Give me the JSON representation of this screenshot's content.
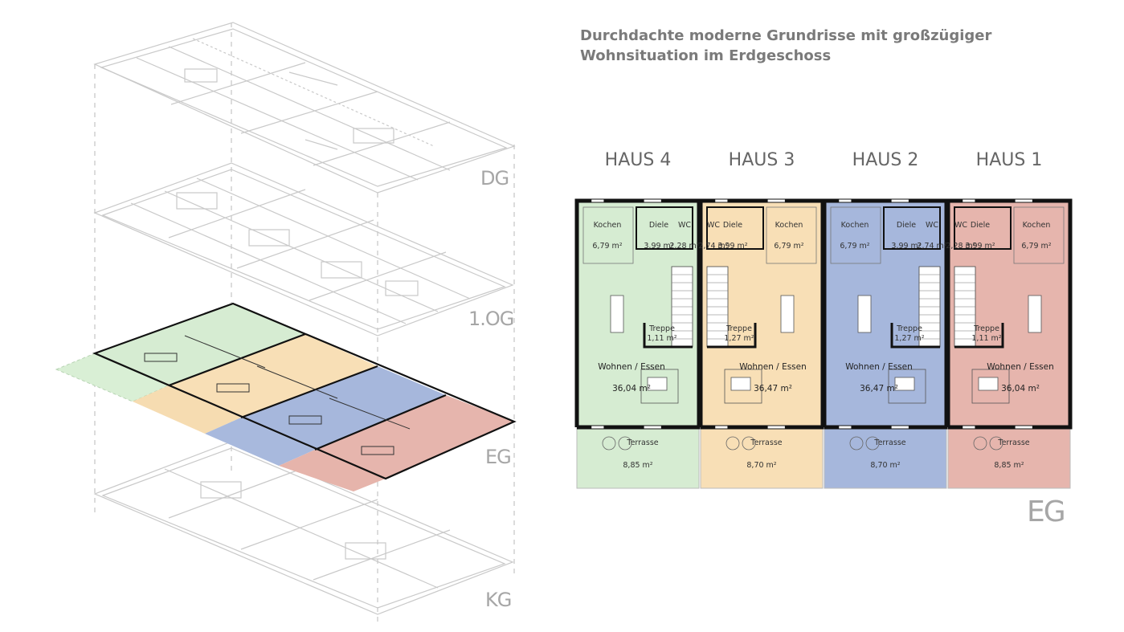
{
  "heading": {
    "line1": "Durchdachte moderne Grundrisse mit großzügiger",
    "line2": "Wohnsituation im Erdgeschoss"
  },
  "levels": {
    "dg": "DG",
    "og": "1.OG",
    "eg": "EG",
    "kg": "KG"
  },
  "plan_level": "EG",
  "colors": {
    "haus4": "#d6ecd2",
    "haus3": "#f8dfb6",
    "haus2": "#a6b7dc",
    "haus1": "#e6b5ad",
    "wall": "#111111",
    "line": "#c8c8c8"
  },
  "houses": [
    {
      "name": "HAUS 4",
      "kochen": "Kochen",
      "kochen_area": "6,79 m²",
      "diele": "Diele",
      "diele_area": "3,99 m²",
      "wc": "WC",
      "wc_area": "2,28 m²",
      "treppe": "Treppe",
      "treppe_area": "1,11 m²",
      "wohnen": "Wohnen / Essen",
      "wohnen_area": "36,04 m²",
      "terrasse": "Terrasse",
      "terrasse_area": "8,85 m²"
    },
    {
      "name": "HAUS 3",
      "kochen": "Kochen",
      "kochen_area": "6,79 m²",
      "diele": "Diele",
      "diele_area": "3,99 m²",
      "wc": "WC",
      "wc_area": "2,74 m²",
      "treppe": "Treppe",
      "treppe_area": "1,27 m²",
      "wohnen": "Wohnen / Essen",
      "wohnen_area": "36,47 m²",
      "terrasse": "Terrasse",
      "terrasse_area": "8,70 m²"
    },
    {
      "name": "HAUS 2",
      "kochen": "Kochen",
      "kochen_area": "6,79 m²",
      "diele": "Diele",
      "diele_area": "3,99 m²",
      "wc": "WC",
      "wc_area": "2,74 m²",
      "treppe": "Treppe",
      "treppe_area": "1,27 m²",
      "wohnen": "Wohnen / Essen",
      "wohnen_area": "36,47 m²",
      "terrasse": "Terrasse",
      "terrasse_area": "8,70 m²"
    },
    {
      "name": "HAUS 1",
      "kochen": "Kochen",
      "kochen_area": "6,79 m²",
      "diele": "Diele",
      "diele_area": "3,99 m²",
      "wc": "WC",
      "wc_area": "2,28 m²",
      "treppe": "Treppe",
      "treppe_area": "1,11 m²",
      "wohnen": "Wohnen / Essen",
      "wohnen_area": "36,04 m²",
      "terrasse": "Terrasse",
      "terrasse_area": "8,85 m²"
    }
  ]
}
